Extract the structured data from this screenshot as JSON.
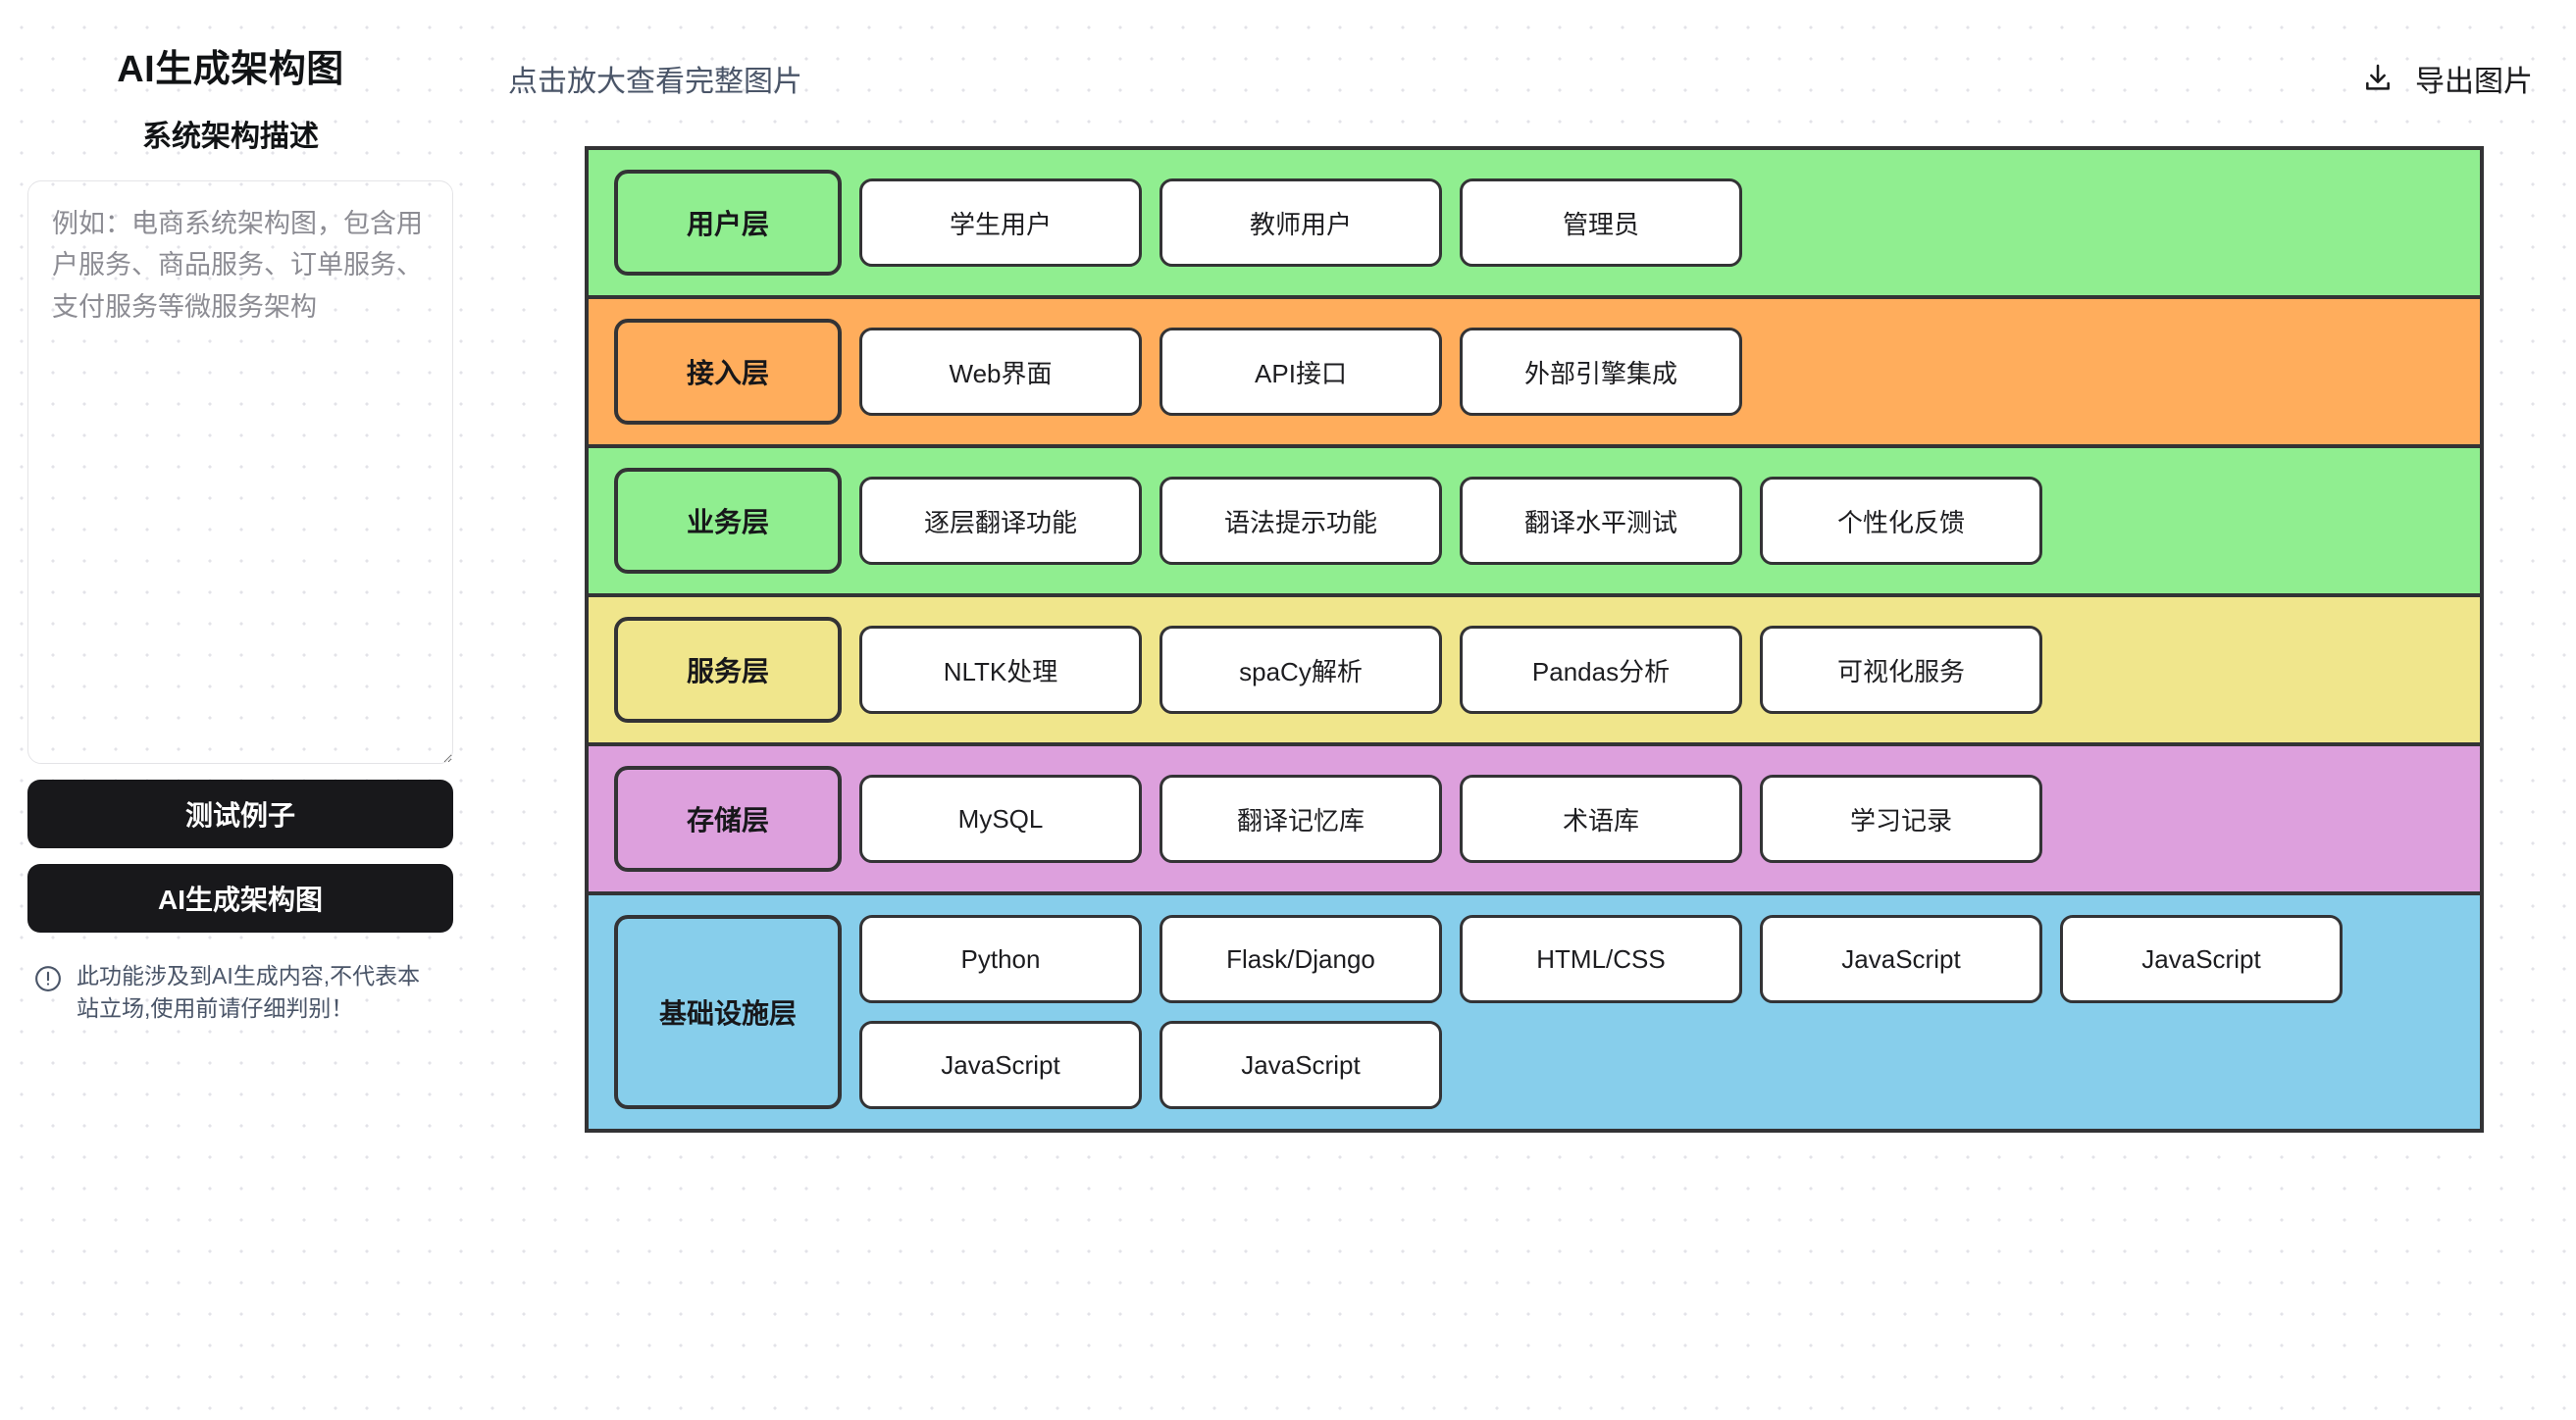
{
  "app": {
    "title": "AI生成架构图",
    "subtitle": "系统架构描述"
  },
  "input": {
    "placeholder": "例如：电商系统架构图，包含用户服务、商品服务、订单服务、支付服务等微服务架构",
    "value": ""
  },
  "buttons": {
    "test_example": "测试例子",
    "generate": "AI生成架构图"
  },
  "disclaimer": {
    "icon": "warning-circle-icon",
    "text": "此功能涉及到AI生成内容,不代表本站立场,使用前请仔细判别！"
  },
  "header": {
    "hint": "点击放大查看完整图片",
    "export_label": "导出图片",
    "export_icon": "download-icon"
  },
  "diagram": {
    "layers": [
      {
        "label": "用户层",
        "color": "#90ee90",
        "boxes": [
          "学生用户",
          "教师用户",
          "管理员"
        ]
      },
      {
        "label": "接入层",
        "color": "#ffad5c",
        "boxes": [
          "Web界面",
          "API接口",
          "外部引擎集成"
        ]
      },
      {
        "label": "业务层",
        "color": "#90ee90",
        "boxes": [
          "逐层翻译功能",
          "语法提示功能",
          "翻译水平测试",
          "个性化反馈"
        ]
      },
      {
        "label": "服务层",
        "color": "#f0e68c",
        "boxes": [
          "NLTK处理",
          "spaCy解析",
          "Pandas分析",
          "可视化服务"
        ]
      },
      {
        "label": "存储层",
        "color": "#dda0dd",
        "boxes": [
          "MySQL",
          "翻译记忆库",
          "术语库",
          "学习记录"
        ]
      },
      {
        "label": "基础设施层",
        "color": "#87ceeb",
        "boxes": [
          "Python",
          "Flask/Django",
          "HTML/CSS",
          "JavaScript",
          "JavaScript",
          "JavaScript",
          "JavaScript"
        ]
      }
    ]
  }
}
